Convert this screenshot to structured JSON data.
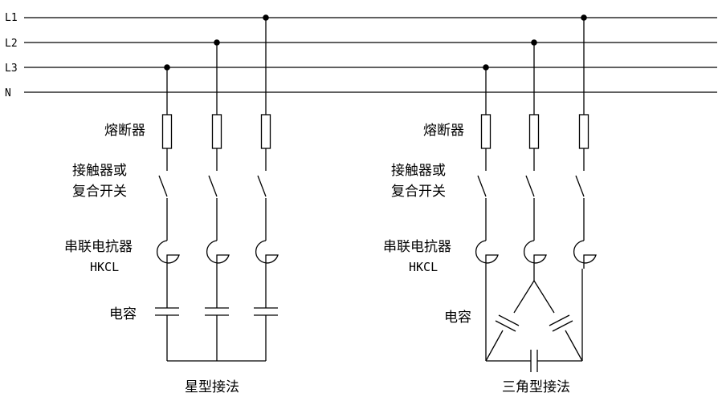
{
  "bus_lines": [
    "L1",
    "L2",
    "L3",
    "N"
  ],
  "left": {
    "fuse_label": "熔断器",
    "contactor_label_1": "接触器或",
    "contactor_label_2": "复合开关",
    "reactor_label": "串联电抗器",
    "reactor_model": "HKCL",
    "capacitor_label": "电容",
    "caption": "星型接法"
  },
  "right": {
    "fuse_label": "熔断器",
    "contactor_label_1": "接触器或",
    "contactor_label_2": "复合开关",
    "reactor_label": "串联电抗器",
    "reactor_model": "HKCL",
    "capacitor_label": "电容",
    "caption": "三角型接法"
  }
}
